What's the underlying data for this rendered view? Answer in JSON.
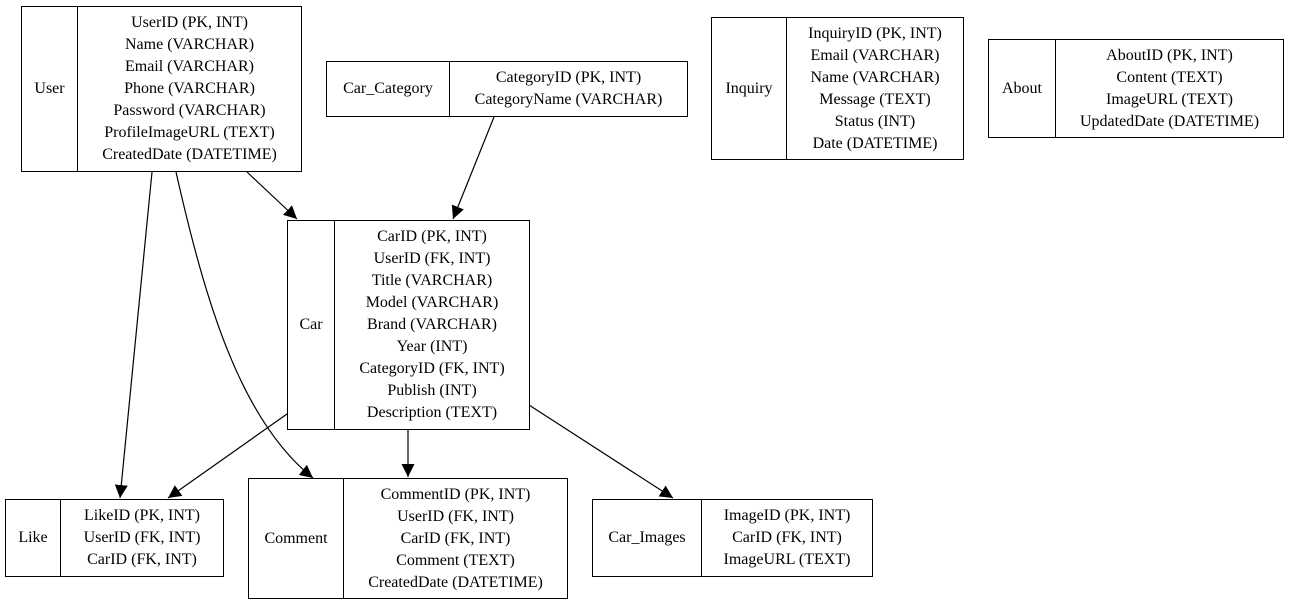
{
  "diagram": {
    "entities": [
      {
        "id": "user",
        "name": "User",
        "fields": [
          "UserID (PK, INT)",
          "Name (VARCHAR)",
          "Email (VARCHAR)",
          "Phone (VARCHAR)",
          "Password (VARCHAR)",
          "ProfileImageURL (TEXT)",
          "CreatedDate (DATETIME)"
        ]
      },
      {
        "id": "car-category",
        "name": "Car_Category",
        "fields": [
          "CategoryID (PK, INT)",
          "CategoryName (VARCHAR)"
        ]
      },
      {
        "id": "inquiry",
        "name": "Inquiry",
        "fields": [
          "InquiryID (PK, INT)",
          "Email (VARCHAR)",
          "Name (VARCHAR)",
          "Message (TEXT)",
          "Status (INT)",
          "Date (DATETIME)"
        ]
      },
      {
        "id": "about",
        "name": "About",
        "fields": [
          "AboutID (PK, INT)",
          "Content (TEXT)",
          "ImageURL (TEXT)",
          "UpdatedDate (DATETIME)"
        ]
      },
      {
        "id": "car",
        "name": "Car",
        "fields": [
          "CarID (PK, INT)",
          "UserID (FK, INT)",
          "Title (VARCHAR)",
          "Model (VARCHAR)",
          "Brand (VARCHAR)",
          "Year (INT)",
          "CategoryID (FK, INT)",
          "Publish (INT)",
          "Description (TEXT)"
        ]
      },
      {
        "id": "like",
        "name": "Like",
        "fields": [
          "LikeID (PK, INT)",
          "UserID (FK, INT)",
          "CarID (FK, INT)"
        ]
      },
      {
        "id": "comment",
        "name": "Comment",
        "fields": [
          "CommentID (PK, INT)",
          "UserID (FK, INT)",
          "CarID (FK, INT)",
          "Comment (TEXT)",
          "CreatedDate (DATETIME)"
        ]
      },
      {
        "id": "car-images",
        "name": "Car_Images",
        "fields": [
          "ImageID (PK, INT)",
          "CarID (FK, INT)",
          "ImageURL (TEXT)"
        ]
      }
    ],
    "relationships": [
      {
        "from": "user",
        "to": "car"
      },
      {
        "from": "user",
        "to": "like"
      },
      {
        "from": "user",
        "to": "comment"
      },
      {
        "from": "car-category",
        "to": "car"
      },
      {
        "from": "car",
        "to": "like"
      },
      {
        "from": "car",
        "to": "comment"
      },
      {
        "from": "car",
        "to": "car-images"
      }
    ],
    "line_color": "#000000",
    "box_border_color": "#000000",
    "background_color": "#ffffff"
  }
}
